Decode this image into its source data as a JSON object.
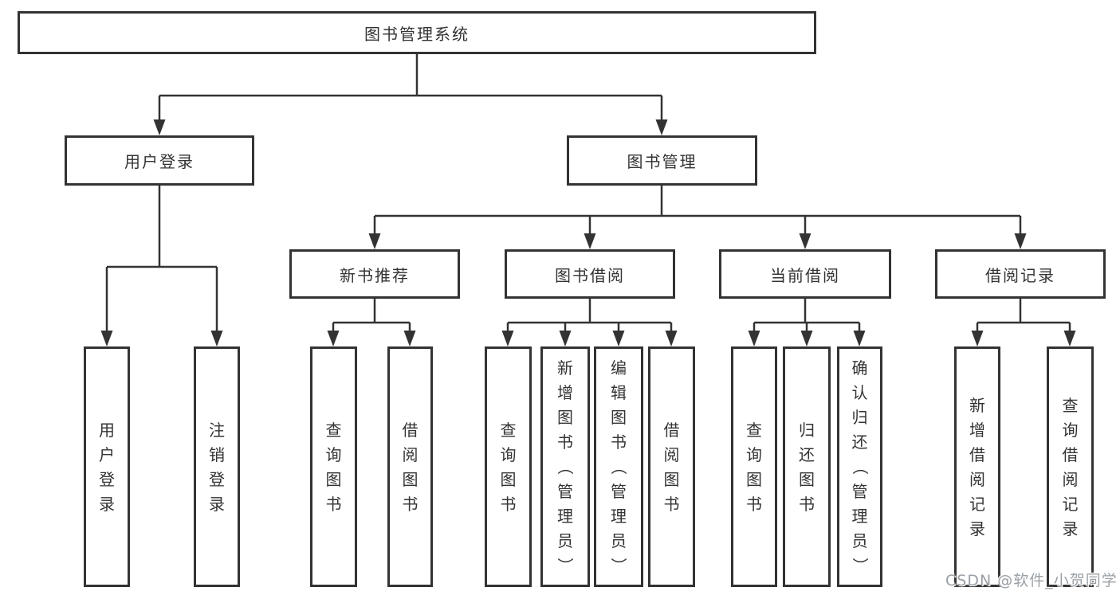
{
  "diagram": {
    "watermark": "CSDN @软件_小贺同学",
    "colors": {
      "line": "#333333",
      "text": "#333333",
      "background": "#ffffff",
      "watermark": "#9aa0a6"
    },
    "nodes": {
      "root": "图书管理系统",
      "user_login": "用户登录",
      "book_mgmt": "图书管理",
      "new_book_rec": "新书推荐",
      "book_borrow": "图书借阅",
      "current_borrow": "当前借阅",
      "borrow_records": "借阅记录",
      "user_login_leaf": "用户登录",
      "logout_leaf": "注销登录",
      "query_books_rec": "查询图书",
      "borrow_books_rec": "借阅图书",
      "query_books_borrow": "查询图书",
      "add_books_admin": "新增图书（管理员）",
      "edit_books_admin": "编辑图书（管理员）",
      "borrow_books_borrow": "借阅图书",
      "query_books_current": "查询图书",
      "return_books": "归还图书",
      "confirm_return_admin": "确认归还（管理员）",
      "add_borrow_record": "新增借阅记录",
      "query_borrow_record": "查询借阅记录"
    }
  }
}
